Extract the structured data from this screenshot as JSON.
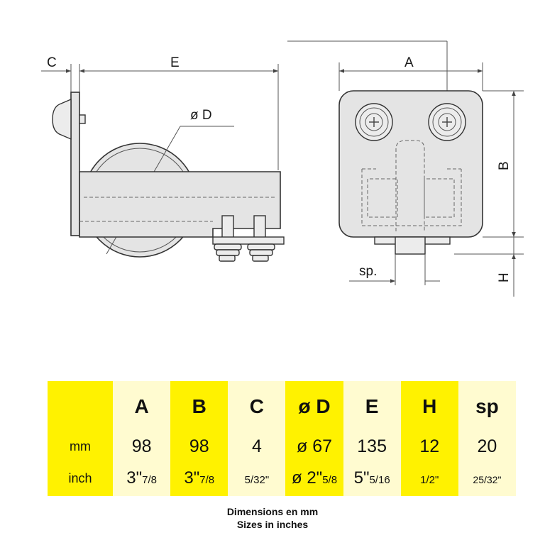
{
  "labels": {
    "A": "A",
    "B": "B",
    "C": "C",
    "D": "ø D",
    "E": "E",
    "H": "H",
    "sp": "sp."
  },
  "table": {
    "headers": [
      "A",
      "B",
      "C",
      "ø D",
      "E",
      "H",
      "sp"
    ],
    "mm_label": "mm",
    "inch_label": "inch",
    "mm": [
      "98",
      "98",
      "4",
      "ø 67",
      "135",
      "12",
      "20"
    ],
    "inch": [
      {
        "main": "3\"",
        "frac": "7/8"
      },
      {
        "main": "3\"",
        "frac": "7/8"
      },
      {
        "main": "",
        "frac": "5/32\""
      },
      {
        "main": "ø 2\"",
        "frac": "5/8"
      },
      {
        "main": "5\"",
        "frac": "5/16"
      },
      {
        "main": "",
        "frac": "1/2\""
      },
      {
        "main": "",
        "frac": "25/32\""
      }
    ]
  },
  "caption": {
    "line1": "Dimensions en mm",
    "line2": "Sizes in inches"
  },
  "colors": {
    "yellow": "#fff200",
    "cream": "#fffbd0"
  }
}
